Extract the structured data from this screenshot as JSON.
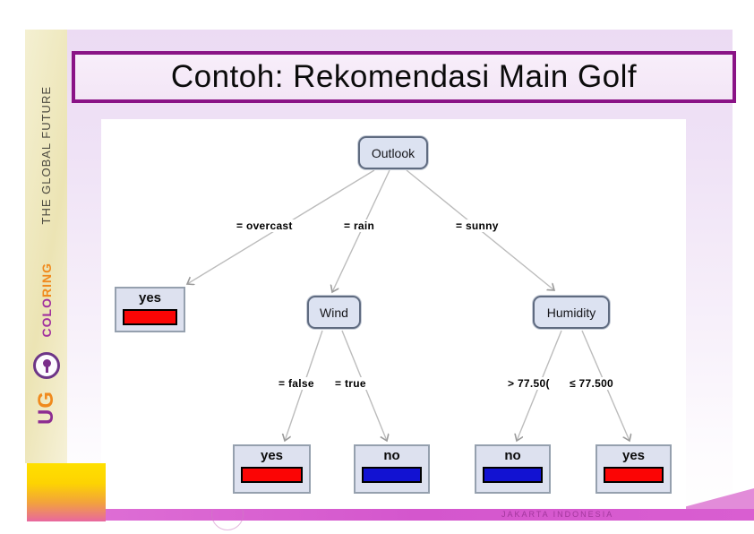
{
  "slide": {
    "title": "Contoh: Rekomendasi Main Golf"
  },
  "sidebar": {
    "tagline": "THE GLOBAL FUTURE",
    "brand_purple_part": "COLO",
    "brand_orange_part": "RING",
    "logo_u": "U",
    "logo_g": "G"
  },
  "footer": {
    "location_text": "JAKARTA INDONESIA"
  },
  "tree": {
    "root": {
      "label": "Outlook"
    },
    "nodes": [
      {
        "label": "Wind"
      },
      {
        "label": "Humidity"
      }
    ],
    "branches": [
      {
        "label": "= overcast"
      },
      {
        "label": "= rain"
      },
      {
        "label": "= sunny"
      },
      {
        "label": "= false"
      },
      {
        "label": "= true"
      },
      {
        "label": "> 77.50("
      },
      {
        "label": "≤ 77.500"
      }
    ],
    "leaves": [
      {
        "label": "yes",
        "bar_color": "#fb0505"
      },
      {
        "label": "yes",
        "bar_color": "#fb0505"
      },
      {
        "label": "no",
        "bar_color": "#1212d2"
      },
      {
        "label": "no",
        "bar_color": "#1212d2"
      },
      {
        "label": "yes",
        "bar_color": "#fb0505"
      }
    ],
    "decision_tree": {
      "Outlook": {
        "= overcast": "yes",
        "= rain": {
          "Wind": {
            "= false": "yes",
            "= true": "no"
          }
        },
        "= sunny": {
          "Humidity": {
            "> 77.500": "no",
            "≤ 77.500": "yes"
          }
        }
      }
    }
  },
  "colors": {
    "title_border": "#8a1386",
    "slide_bg_top": "#ecdbf3",
    "sidebar_bg": "#efe8bf",
    "node_fill": "#dce2f1",
    "node_border": "#5f6b80",
    "leaf_border": "#95a0ae",
    "yes_bar": "#fb0505",
    "no_bar": "#1212d2",
    "edge_line": "#b9b9b9",
    "pink_band": "#d65ace",
    "yellow_block_top": "#ffe000",
    "brand_purple": "#a1309e",
    "brand_orange": "#f08a1d"
  }
}
